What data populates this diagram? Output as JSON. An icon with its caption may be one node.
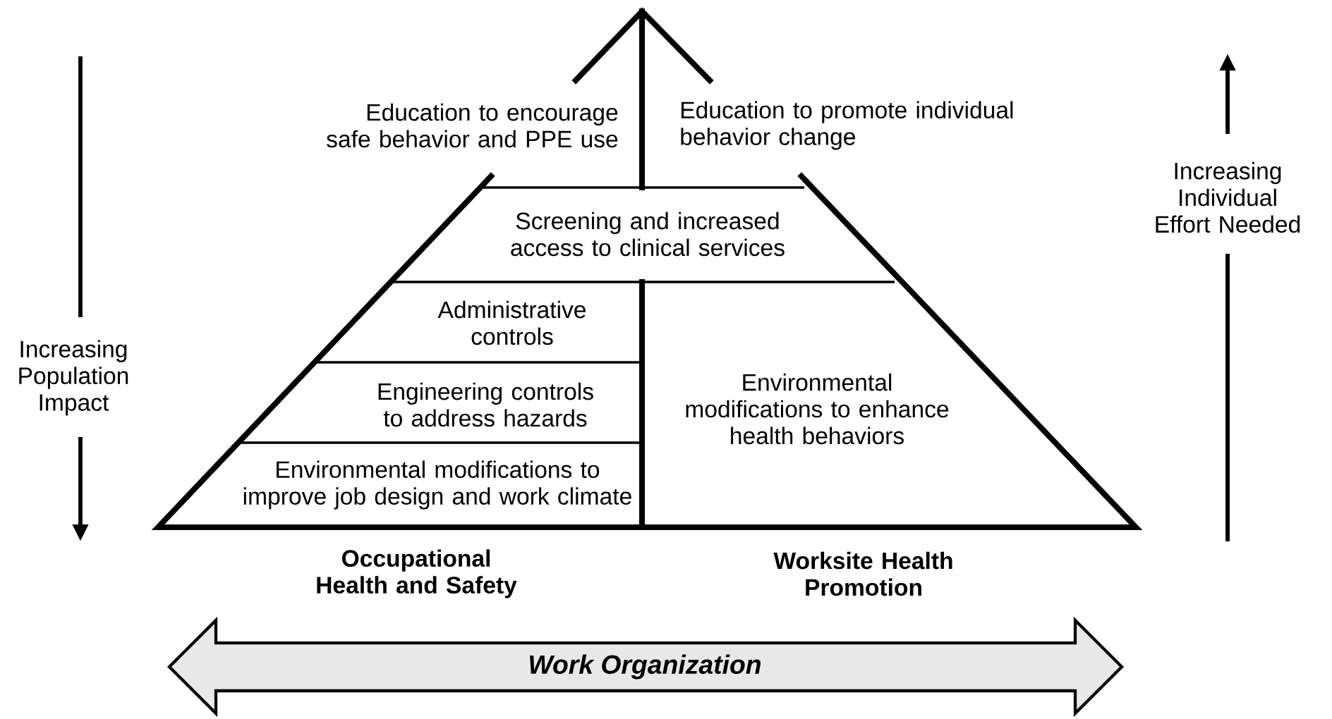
{
  "diagram": {
    "nodes": [
      {
        "text": [
          "Education to encourage safe behavior and PPE use"
        ]
      },
      {
        "text": [
          "Education to promote individual behavior change"
        ]
      },
      {
        "text": [
          "Screening and increased access to clinical services"
        ]
      },
      {
        "text": [
          "Administrative controls"
        ]
      },
      {
        "text": [
          "Engineering controls to address hazards"
        ]
      },
      {
        "text": [
          "Environmental modifications to improve job design and work climate"
        ]
      },
      {
        "text": [
          "Environmental modifications to enhance health behaviors"
        ]
      },
      {
        "text": [
          "Work Organization"
        ]
      }
    ],
    "labels": [
      "Increasing Population Impact",
      "Increasing Individual Effort Needed",
      "Occupational Health and Safety",
      "Worksite Health Promotion"
    ]
  }
}
